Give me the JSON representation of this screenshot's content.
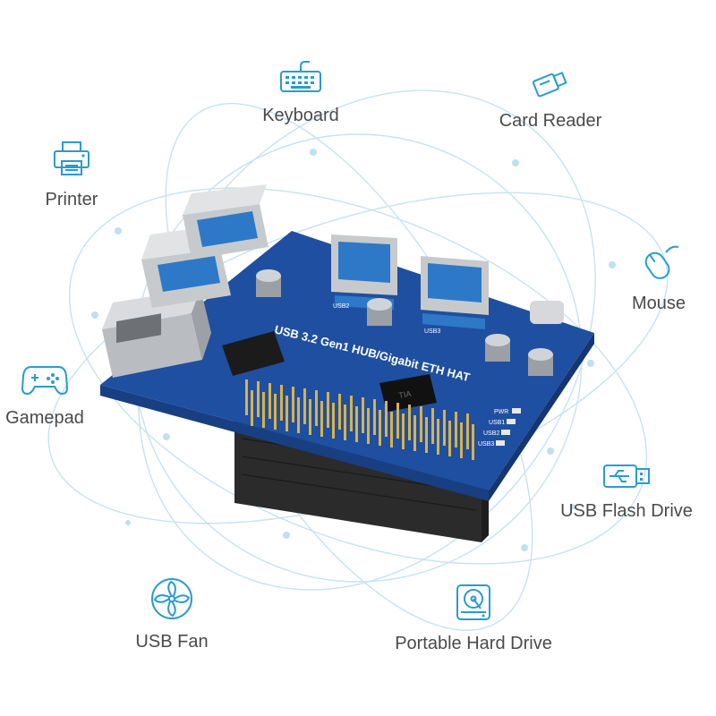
{
  "features": [
    {
      "id": "keyboard",
      "label": "Keyboard",
      "icon": "keyboard-icon"
    },
    {
      "id": "card-reader",
      "label": "Card Reader",
      "icon": "card-reader-icon"
    },
    {
      "id": "printer",
      "label": "Printer",
      "icon": "printer-icon"
    },
    {
      "id": "mouse",
      "label": "Mouse",
      "icon": "mouse-icon"
    },
    {
      "id": "gamepad",
      "label": "Gamepad",
      "icon": "gamepad-icon"
    },
    {
      "id": "usb-flash-drive",
      "label": "USB Flash Drive",
      "icon": "usb-flash-drive-icon"
    },
    {
      "id": "usb-fan",
      "label": "USB Fan",
      "icon": "fan-icon"
    },
    {
      "id": "portable-hard-drive",
      "label": "Portable Hard Drive",
      "icon": "hard-drive-icon"
    }
  ],
  "board": {
    "silkscreen_title": "USB 3.2 Gen1 HUB/Gigabit ETH HAT",
    "port_labels": [
      "USB2",
      "USB3"
    ],
    "led_labels": [
      "PWR",
      "USB1",
      "USB2",
      "USB3"
    ],
    "chip_marking": "TIA"
  },
  "colors": {
    "icon": "#2a9bd0",
    "label": "#4a4a4a",
    "orbit": "#bfe0ef",
    "pcb": "#1f4fa0",
    "header": "#2b2b2b"
  }
}
